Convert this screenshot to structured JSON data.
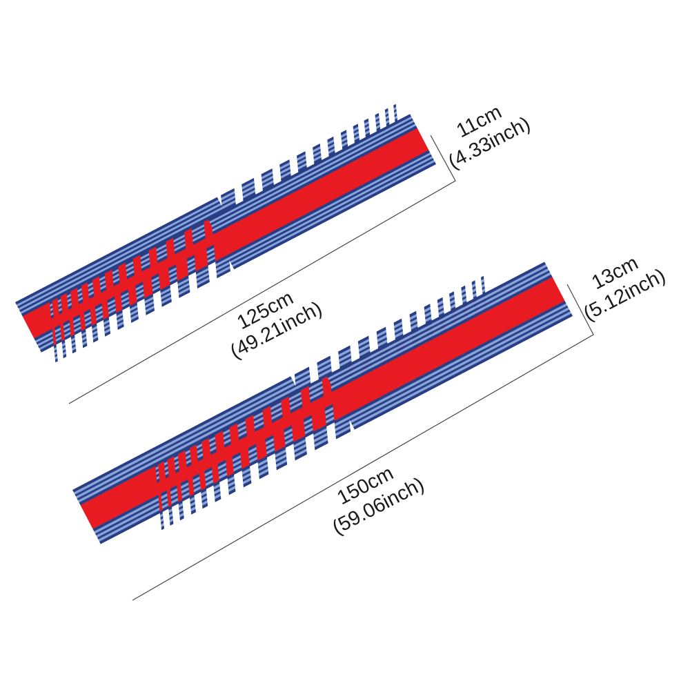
{
  "colors": {
    "navy": "#283d84",
    "light_blue": "#86a5dc",
    "red": "#e81b23",
    "white": "#ffffff",
    "dimension_line": "#444444",
    "text": "#1a1a1a"
  },
  "sets": [
    {
      "id": "small",
      "length_cm": "125cm",
      "length_inch": "(49.21inch)",
      "width_cm": "11cm",
      "width_inch": "(4.33inch)"
    },
    {
      "id": "large",
      "length_cm": "150cm",
      "length_inch": "(59.06inch)",
      "width_cm": "13cm",
      "width_inch": "(5.12inch)"
    }
  ]
}
